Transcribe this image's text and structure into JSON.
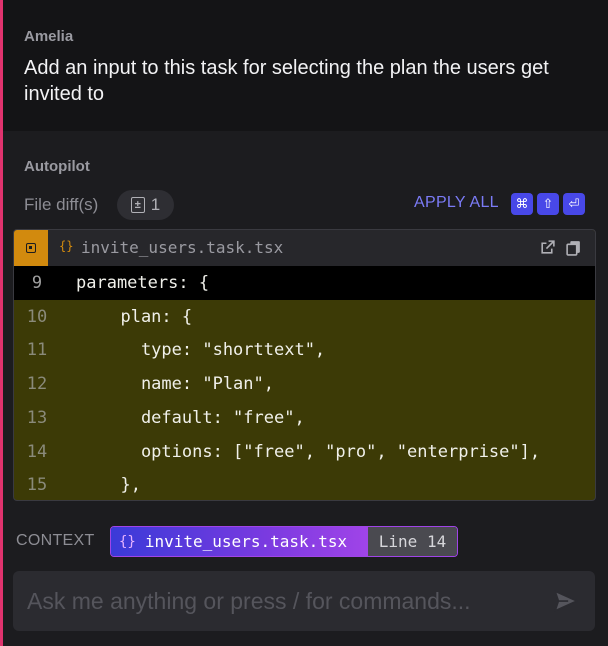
{
  "user_message": {
    "sender": "Amelia",
    "text": "Add an input to this task for selecting the plan the users get invited to"
  },
  "assistant": {
    "sender": "Autopilot",
    "diff_label": "File diff(s)",
    "diff_count": "1",
    "apply_all_label": "APPLY ALL",
    "shortcut_keys": [
      "⌘",
      "⇧",
      "⏎"
    ]
  },
  "file_card": {
    "braces": "{}",
    "file_name": "invite_users.task.tsx",
    "lines": [
      {
        "num": "9",
        "code": "parameters: {"
      },
      {
        "num": "10",
        "code": "  plan: {"
      },
      {
        "num": "11",
        "code": "    type: \"shorttext\","
      },
      {
        "num": "12",
        "code": "    name: \"Plan\","
      },
      {
        "num": "13",
        "code": "    default: \"free\","
      },
      {
        "num": "14",
        "code": "    options: [\"free\", \"pro\", \"enterprise\"],"
      },
      {
        "num": "15",
        "code": "  },"
      }
    ]
  },
  "context": {
    "label": "CONTEXT",
    "braces": "{}",
    "file_name": "invite_users.task.tsx",
    "line": "Line 14"
  },
  "composer": {
    "placeholder": "Ask me anything or press / for commands..."
  },
  "colors": {
    "accent": "#4848e8",
    "diff_highlight": "#3c3a06",
    "file_badge": "#d28a0e",
    "left_border": "#e0336e"
  }
}
